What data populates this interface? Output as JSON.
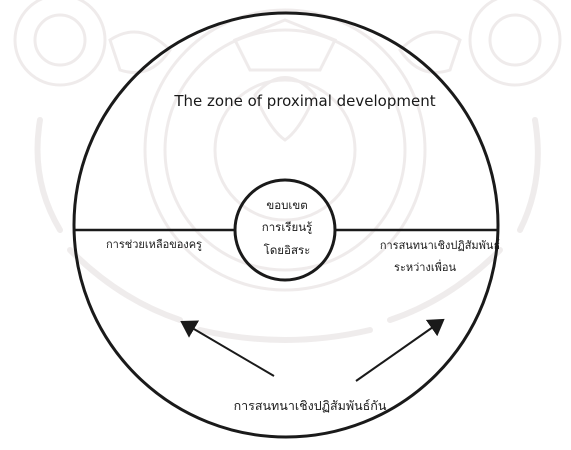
{
  "title": "The zone of proximal development",
  "inner_zone": {
    "line1": "ขอบเขต",
    "line2": "การเรียนรู้",
    "line3": "โดยอิสระ"
  },
  "left_label": "การช่วยเหลือของครู",
  "right_label": {
    "line1": "การสนทนาเชิงปฏิสัมพันธ์",
    "line2": "ระหว่างเพื่อน"
  },
  "bottom_label": "การสนทนาเชิงปฏิสัมพันธ์กัน",
  "colors": {
    "stroke": "#1a1a1a",
    "watermark": "#e7e2e2",
    "background": "#ffffff"
  }
}
